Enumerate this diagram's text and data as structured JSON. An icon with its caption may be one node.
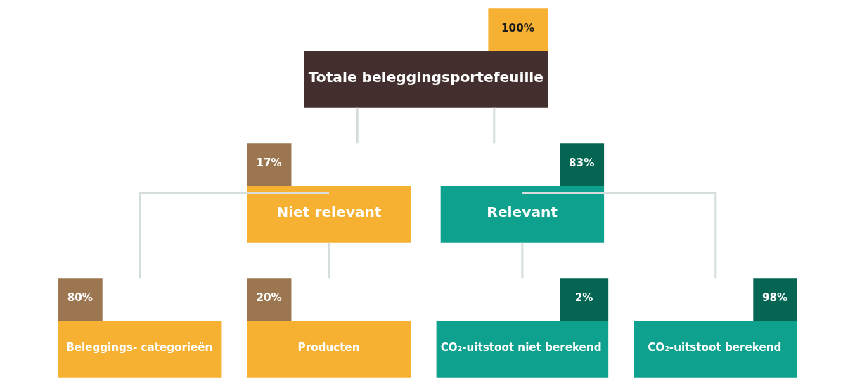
{
  "diagram": {
    "nodes": [
      {
        "text": [
          "Totale beleggingsportefeuille"
        ],
        "beside": [
          "100%"
        ]
      },
      {
        "text": [
          "Niet relevant"
        ],
        "beside": [
          "17%"
        ]
      },
      {
        "text": [
          "Relevant"
        ],
        "beside": [
          "83%"
        ]
      },
      {
        "text": [
          "Beleggings- categorieën"
        ],
        "beside": [
          "80%"
        ]
      },
      {
        "text": [
          "Producten"
        ],
        "beside": [
          "20%"
        ]
      },
      {
        "text": [
          "CO₂-uitstoot niet berekend"
        ],
        "beside": [
          "2%"
        ]
      },
      {
        "text": [
          "CO₂-uitstoot berekend"
        ],
        "beside": [
          "98%"
        ]
      }
    ],
    "edges": [
      {
        "from": 0,
        "to": 1,
        "arrow": "none"
      },
      {
        "from": 0,
        "to": 2,
        "arrow": "none"
      },
      {
        "from": 1,
        "to": 3,
        "arrow": "none"
      },
      {
        "from": 1,
        "to": 4,
        "arrow": "none"
      },
      {
        "from": 2,
        "to": 5,
        "arrow": "none"
      },
      {
        "from": 2,
        "to": 6,
        "arrow": "none"
      }
    ]
  }
}
